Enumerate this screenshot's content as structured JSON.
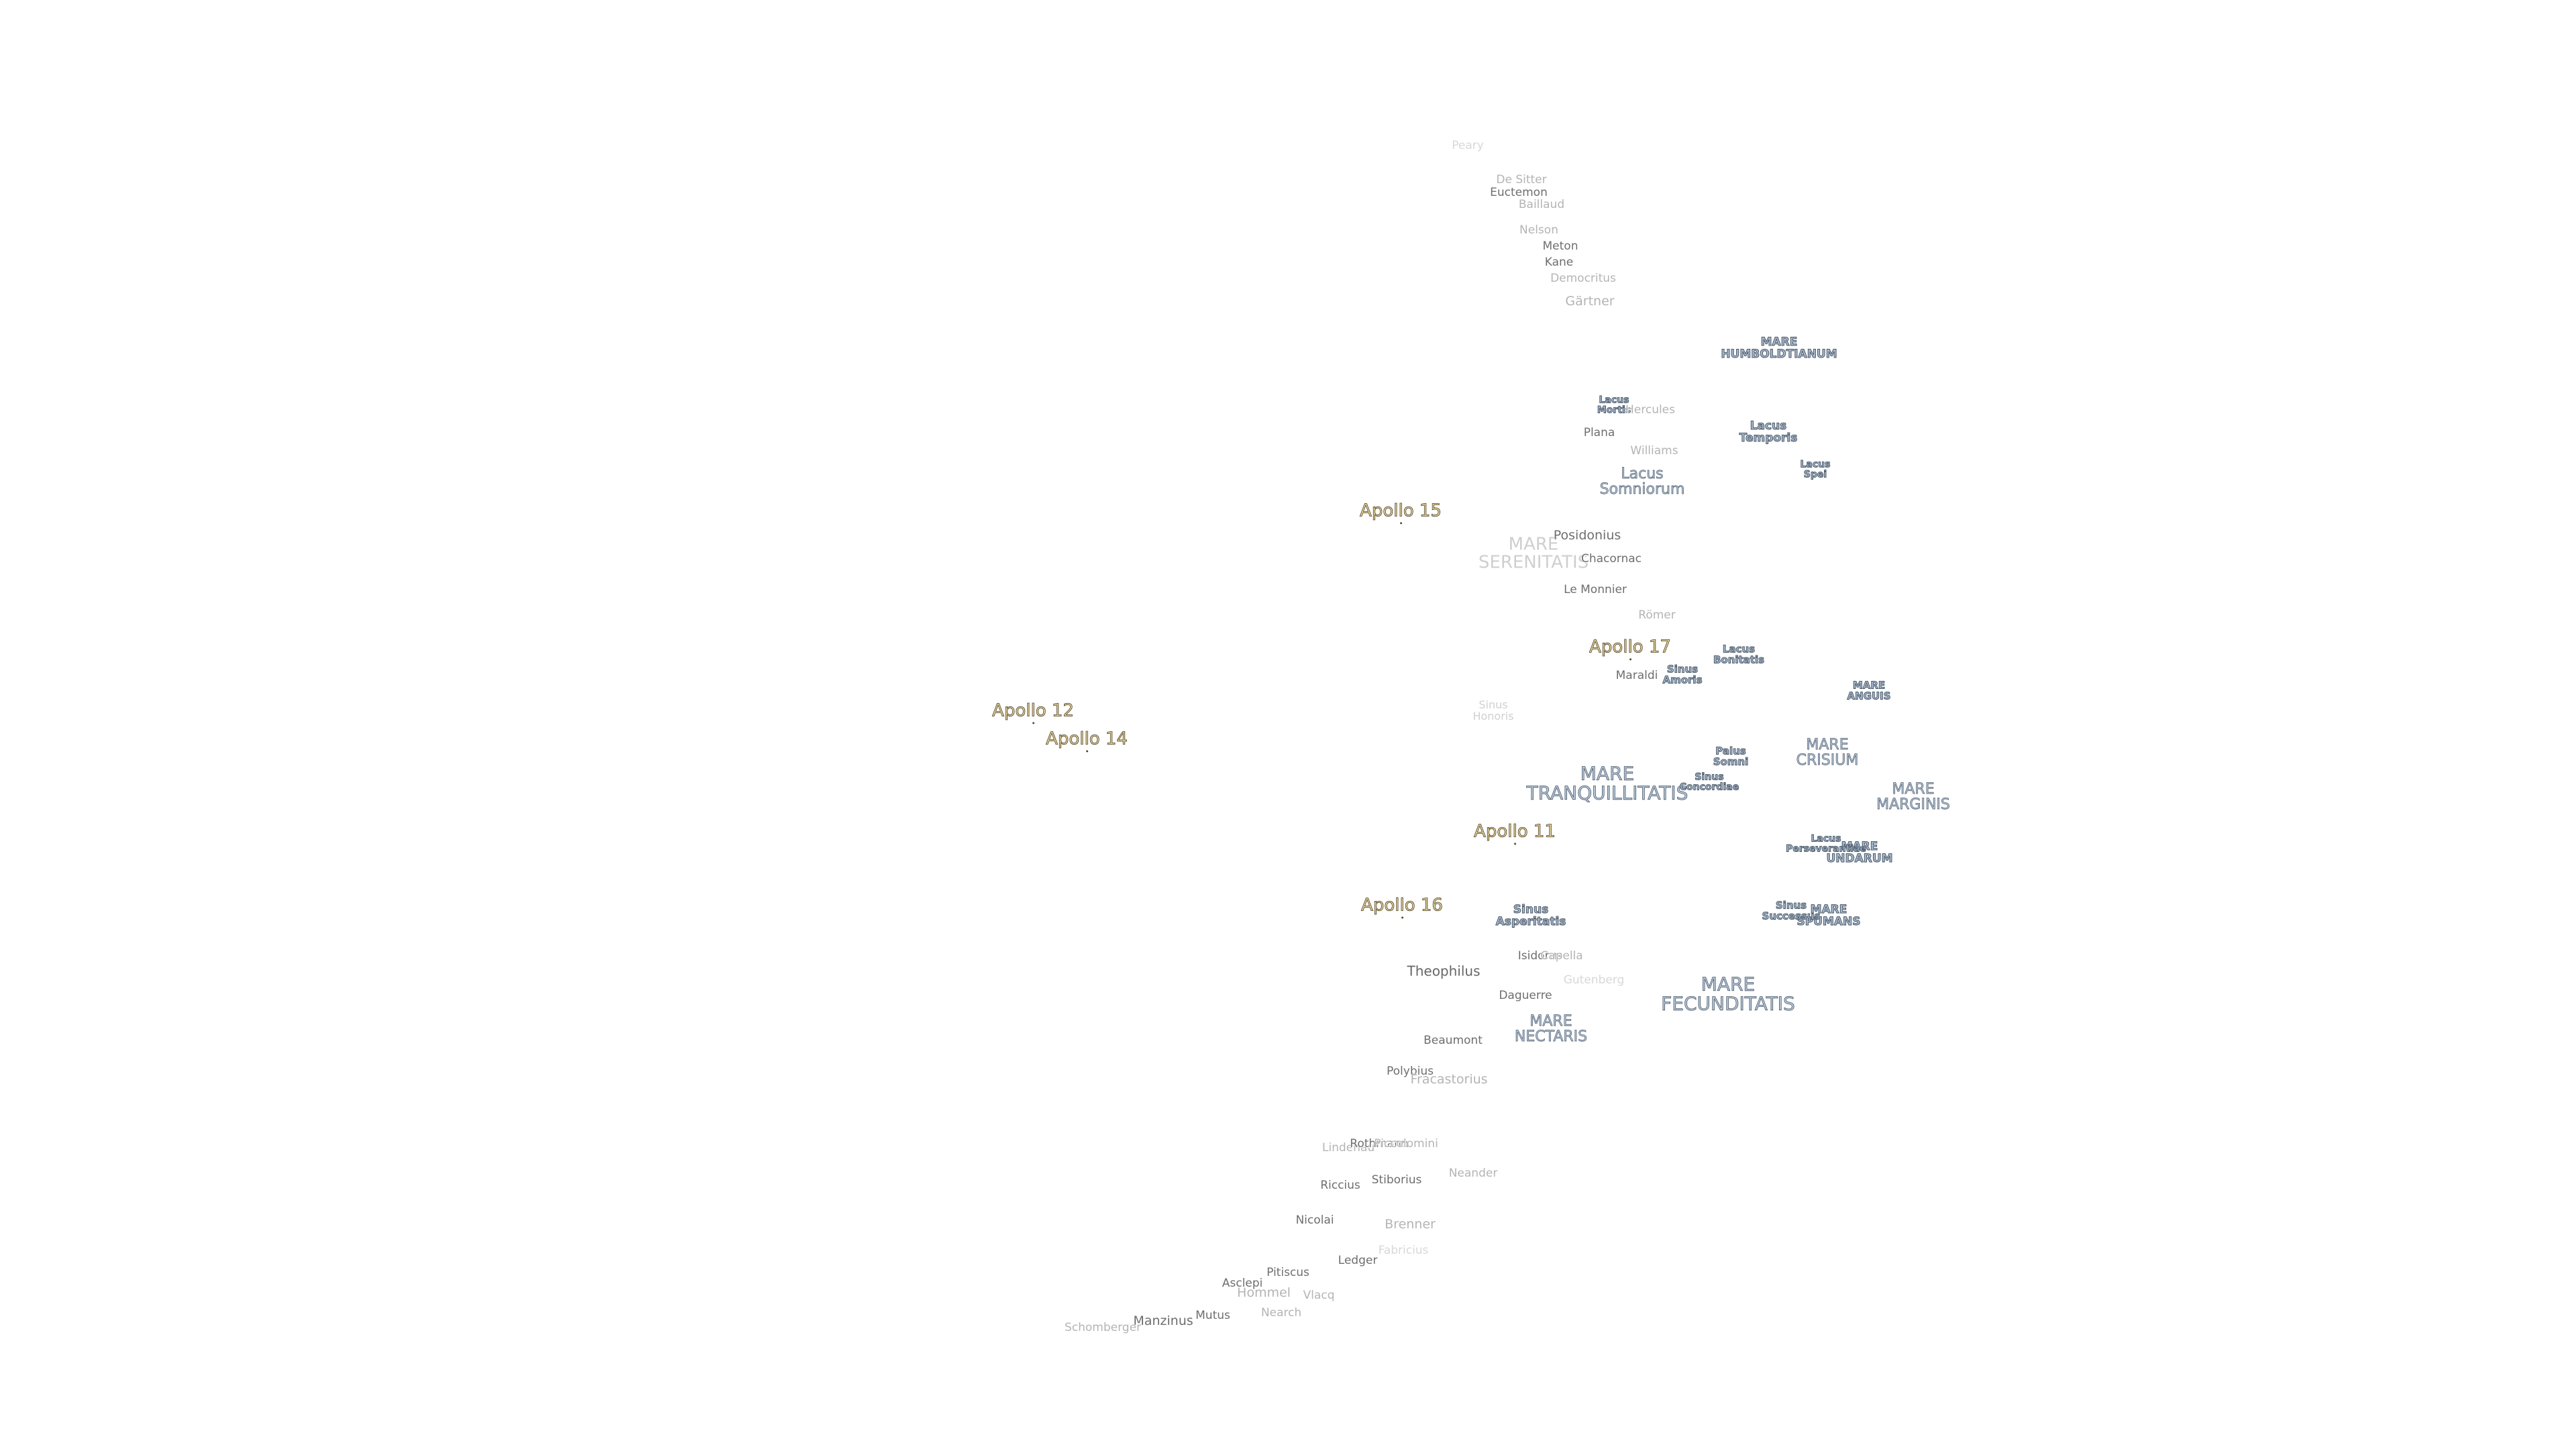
{
  "apollo_sites": [
    "Apollo 15",
    "Apollo 17",
    "Apollo 12",
    "Apollo 14",
    "Apollo 11",
    "Apollo 16"
  ],
  "maria": {
    "humboldtianum": [
      "MARE",
      "HUMBOLDTIANUM"
    ],
    "serenitatis": [
      "MARE",
      "SERENITATIS"
    ],
    "tranquillitatis": [
      "MARE",
      "TRANQUILLITATIS"
    ],
    "crisium": [
      "MARE",
      "CRISIUM"
    ],
    "anguis": [
      "MARE",
      "ANGUIS"
    ],
    "marginis": [
      "MARE",
      "MARGINIS"
    ],
    "undarum": [
      "MARE",
      "UNDARUM"
    ],
    "spumans": [
      "MARE",
      "SPUMANS"
    ],
    "fecunditatis": [
      "MARE",
      "FECUNDITATIS"
    ],
    "nectaris": [
      "MARE",
      "NECTARIS"
    ]
  },
  "lakes_bays": {
    "lacus_mortis": [
      "Lacus",
      "Mortis"
    ],
    "lacus_temporis": [
      "Lacus",
      "Temporis"
    ],
    "lacus_spei": [
      "Lacus",
      "Spei"
    ],
    "lacus_somniorum": [
      "Lacus",
      "Somniorum"
    ],
    "lacus_bonitatis": [
      "Lacus",
      "Bonitatis"
    ],
    "sinus_amoris": [
      "Sinus",
      "Amoris"
    ],
    "sinus_honoris": [
      "Sinus",
      "Honoris"
    ],
    "palus_somni": [
      "Palus",
      "Somni"
    ],
    "sinus_concordiae": [
      "Sinus",
      "Concordiae"
    ],
    "lacus_perseverantiae": [
      "Lacus",
      "Perseverantiae"
    ],
    "sinus_successus": [
      "Sinus",
      "Successus"
    ],
    "sinus_asperitatis": [
      "Sinus",
      "Asperitatis"
    ]
  },
  "craters": {
    "peary": "Peary",
    "de_sitter": "De Sitter",
    "euctemon": "Euctemon",
    "baillaud": "Baillaud",
    "nelson": "Nelson",
    "meton": "Meton",
    "kane": "Kane",
    "democritus": "Democritus",
    "gartner": "Gärtner",
    "hercules": "Hercules",
    "plana": "Plana",
    "williams": "Williams",
    "posidonius": "Posidonius",
    "chacornac": "Chacornac",
    "le_monnier": "Le Monnier",
    "romer": "Römer",
    "maraldi": "Maraldi",
    "theophilus": "Theophilus",
    "isidorus": "Isidorus",
    "capella": "Capella",
    "gutenberg": "Gutenberg",
    "daguerre": "Daguerre",
    "beaumont": "Beaumont",
    "polybius": "Polybius",
    "fracastorius": "Fracastorius",
    "lindenau": "Lindenau",
    "rothmann": "Rothmann",
    "piccolomini": "Piccolomini",
    "riccius": "Riccius",
    "stiborius": "Stiborius",
    "neander": "Neander",
    "nicolai": "Nicolai",
    "brenner": "Brenner",
    "fabricius": "Fabricius",
    "pitiscus": "Pitiscus",
    "ledger": "Ledger",
    "asclepi": "Asclepi",
    "hommel": "Hommel",
    "vlacq": "Vlacq",
    "nearch": "Nearch",
    "manzinus": "Manzinus",
    "mutus": "Mutus",
    "schomberger": "Schomberger"
  }
}
